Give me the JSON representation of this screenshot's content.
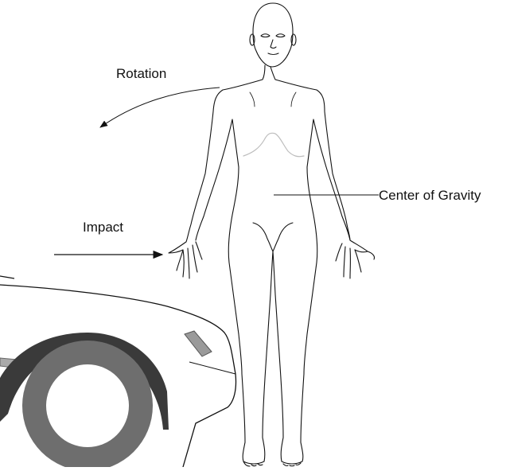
{
  "labels": {
    "rotation": "Rotation",
    "impact": "Impact",
    "center_of_gravity": "Center of Gravity"
  },
  "colors": {
    "line": "#111111",
    "wheel_arch": "#3a3a3a",
    "tire": "#6e6e6e",
    "chest_contour": "#bdbdbd"
  }
}
